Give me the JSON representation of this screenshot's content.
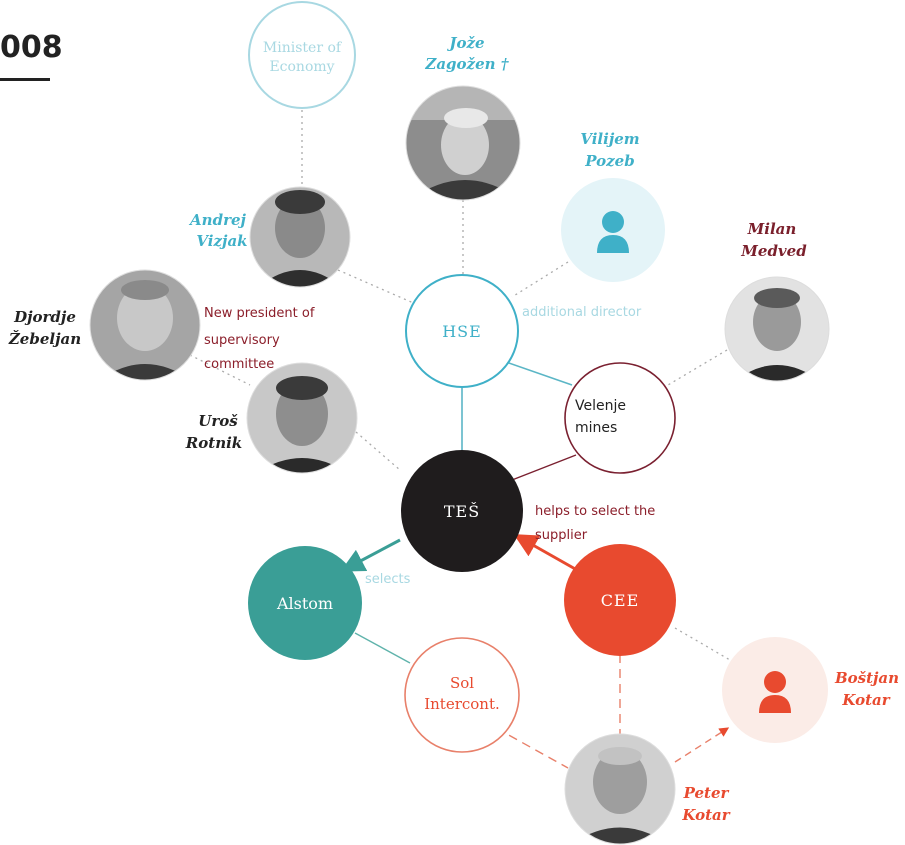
{
  "year_label": "008",
  "colors": {
    "cyan": "#3fb0c8",
    "cyan_light": "#a8d8e2",
    "cyan_fill": "#e4f4f8",
    "dark": "#1f1c1d",
    "teal": "#3a9e96",
    "red": "#e84a2f",
    "red_fill": "#fbece7",
    "maroon": "#8b1e2a",
    "grey_line": "#aaaaaa"
  },
  "nodes": {
    "minister": "Minister of Economy",
    "hse": "HSE",
    "tes": "TEŠ",
    "velenje": "Velenje mines",
    "alstom": "Alstom",
    "cee": "CEE",
    "sol": "Sol Intercont."
  },
  "people": {
    "zagozen": "Jože Zagožen †",
    "pozeb": "Vilijem Pozeb",
    "vizjak": "Andrej Vizjak",
    "medved": "Milan Medved",
    "zebeljan": "Djordje Žebeljan",
    "rotnik": "Uroš Rotnik",
    "bostjan": "Boštjan Kotar",
    "peter": "Peter Kotar"
  },
  "annotations": {
    "additional_director": "additional director",
    "new_president": "New president of supervisory committee",
    "helps": "helps to select the supplier",
    "selects": "selects"
  }
}
